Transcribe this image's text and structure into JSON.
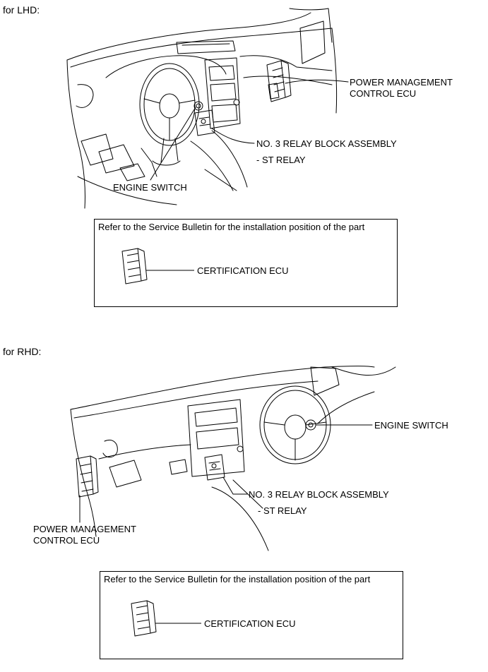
{
  "lhd": {
    "header": "for LHD:",
    "label_pm_ecu_line1": "POWER MANAGEMENT",
    "label_pm_ecu_line2": "CONTROL ECU",
    "label_relay_block": "NO. 3 RELAY BLOCK ASSEMBLY",
    "label_st_relay": "- ST RELAY",
    "label_engine_switch": "ENGINE SWITCH",
    "note": "Refer to the Service Bulletin for the installation position of the part",
    "label_cert_ecu": "CERTIFICATION ECU"
  },
  "rhd": {
    "header": "for RHD:",
    "label_engine_switch": "ENGINE SWITCH",
    "label_relay_block": "NO. 3 RELAY BLOCK ASSEMBLY",
    "label_st_relay": "- ST RELAY",
    "label_pm_ecu_line1": "POWER MANAGEMENT",
    "label_pm_ecu_line2": "CONTROL ECU",
    "note": "Refer to the Service Bulletin for the installation position of the part",
    "label_cert_ecu": "CERTIFICATION ECU"
  }
}
